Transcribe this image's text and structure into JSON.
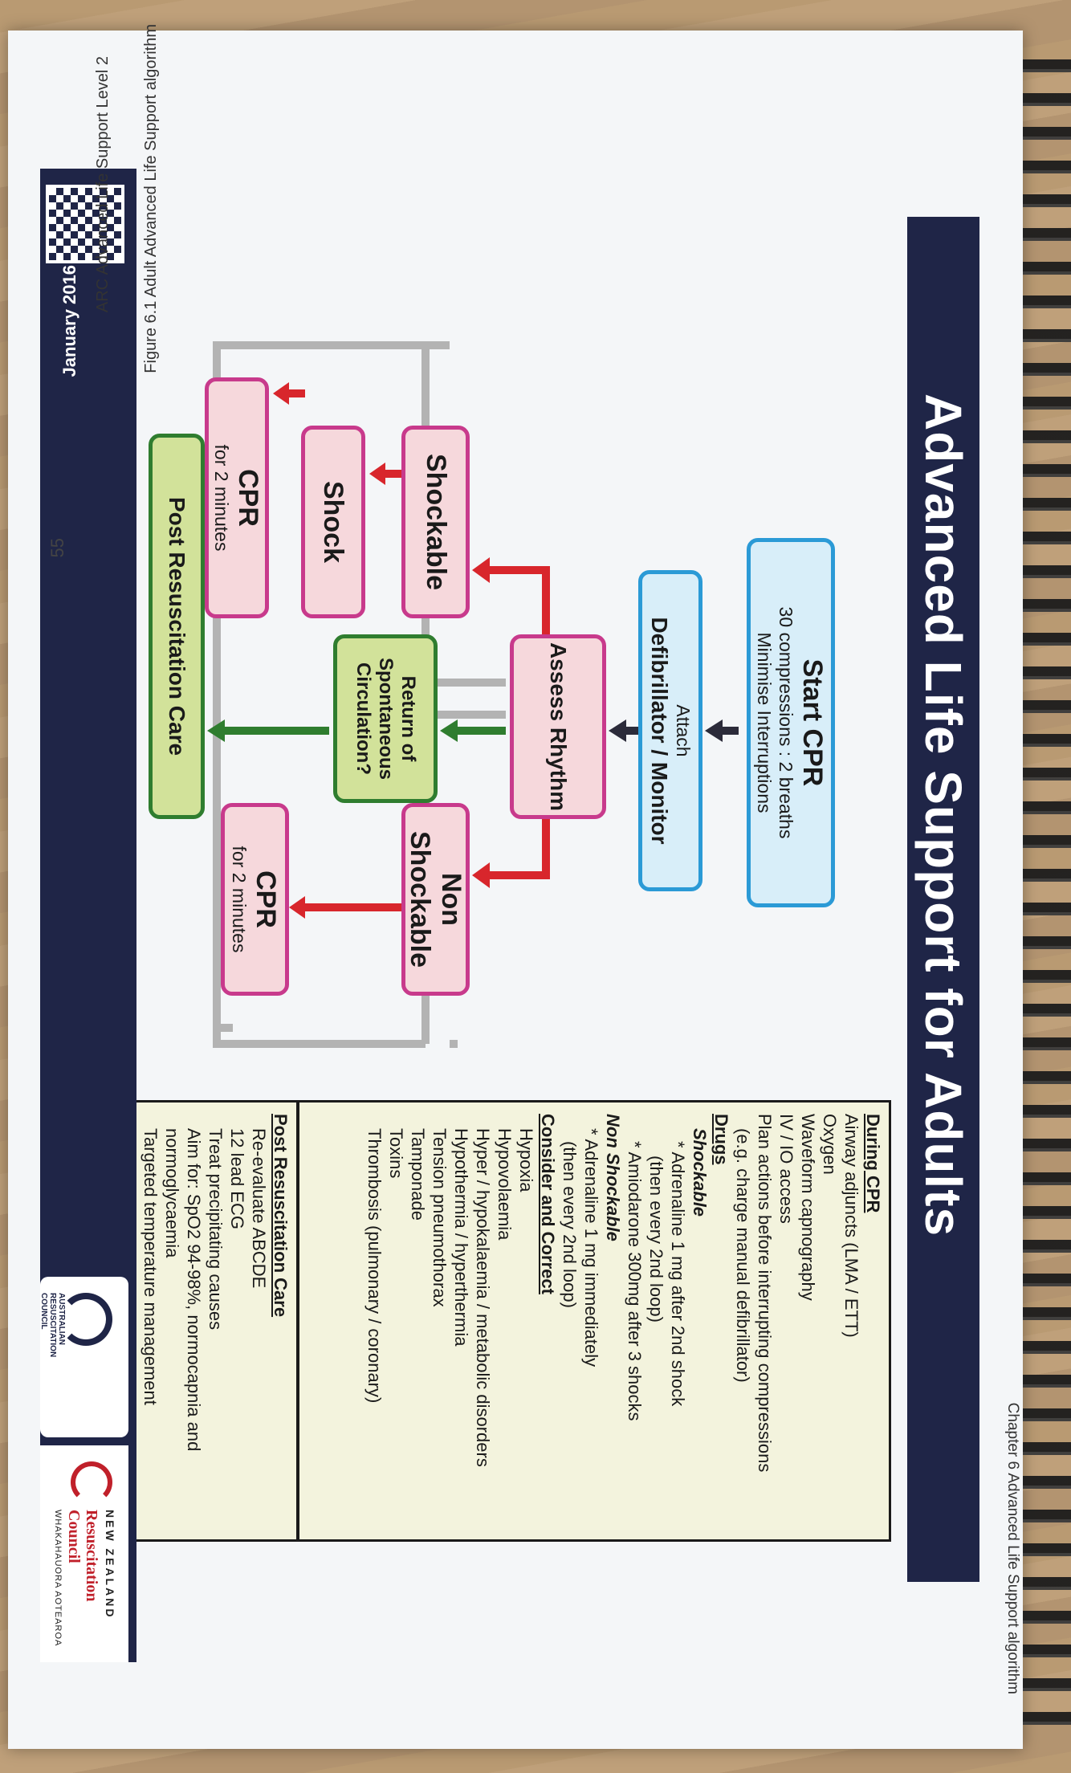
{
  "header": {
    "chapter_text": "Chapter 6  Advanced Life Support algorithm",
    "title": "Advanced Life Support for Adults"
  },
  "footer": {
    "page_number": "55",
    "course_title": "ARC Advanced Life Support Level 2",
    "figure_caption": "Figure 6.1  Adult Advanced Life Support algorithm",
    "date": "January 2016"
  },
  "flowchart": {
    "start_cpr": {
      "title": "Start CPR",
      "line1": "30 compressions : 2 breaths",
      "line2": "Minimise Interruptions"
    },
    "attach": {
      "line1": "Attach",
      "line2": "Defibrillator / Monitor"
    },
    "assess": "Assess Rhythm",
    "shockable": "Shockable",
    "shock": "Shock",
    "cpr_left": {
      "title": "CPR",
      "sub": "for 2 minutes"
    },
    "rosc": {
      "line1": "Return of",
      "line2": "Spontaneous",
      "line3": "Circulation?"
    },
    "post": "Post Resuscitation Care",
    "non_shockable": {
      "line1": "Non",
      "line2": "Shockable"
    },
    "cpr_right": {
      "title": "CPR",
      "sub": "for 2 minutes"
    }
  },
  "during_cpr": {
    "heading": "During CPR",
    "items": [
      "Airway adjuncts (LMA / ETT)",
      "Oxygen",
      "Waveform capnography",
      "IV / IO access",
      "Plan actions before interrupting compressions",
      "(e.g. charge manual defibrillator)"
    ],
    "drugs_heading": "Drugs",
    "shockable_heading": "Shockable",
    "shockable_items": [
      "* Adrenaline 1 mg after 2nd shock",
      "(then every 2nd loop)",
      "* Amiodarone 300mg after 3 shocks"
    ],
    "non_shockable_heading": "Non Shockable",
    "non_shockable_items": [
      "* Adrenaline 1 mg immediately",
      "(then every 2nd loop)"
    ],
    "consider_heading": "Consider and Correct",
    "consider_items": [
      "Hypoxia",
      "Hypovolaemia",
      "Hyper / hypokalaemia / metabolic disorders",
      "Hypothermia / hyperthermia",
      "Tension pneumothorax",
      "Tamponade",
      "Toxins",
      "Thrombosis (pulmonary / coronary)"
    ]
  },
  "post_care": {
    "heading": "Post Resuscitation Care",
    "items": [
      "Re-evaluate ABCDE",
      "12 lead ECG",
      "Treat precipitating causes",
      "Aim for: SpO2 94-98%, normocapnia and",
      "normoglycaemia",
      "Targeted temperature management"
    ]
  },
  "logos": {
    "arc": [
      "AUSTRALIAN",
      "RESUSCITATION",
      "COUNCIL"
    ],
    "nzrc_line1": "NEW ZEALAND",
    "nzrc_line2": "Resuscitation Council",
    "nzrc_line3": "WHAKAHAUORA AOTEAROA"
  },
  "colors": {
    "navy": "#1f2547",
    "shock_red": "#d8262c",
    "rosc_green": "#2f7d2f",
    "loop_grey": "#b3b3b3"
  }
}
